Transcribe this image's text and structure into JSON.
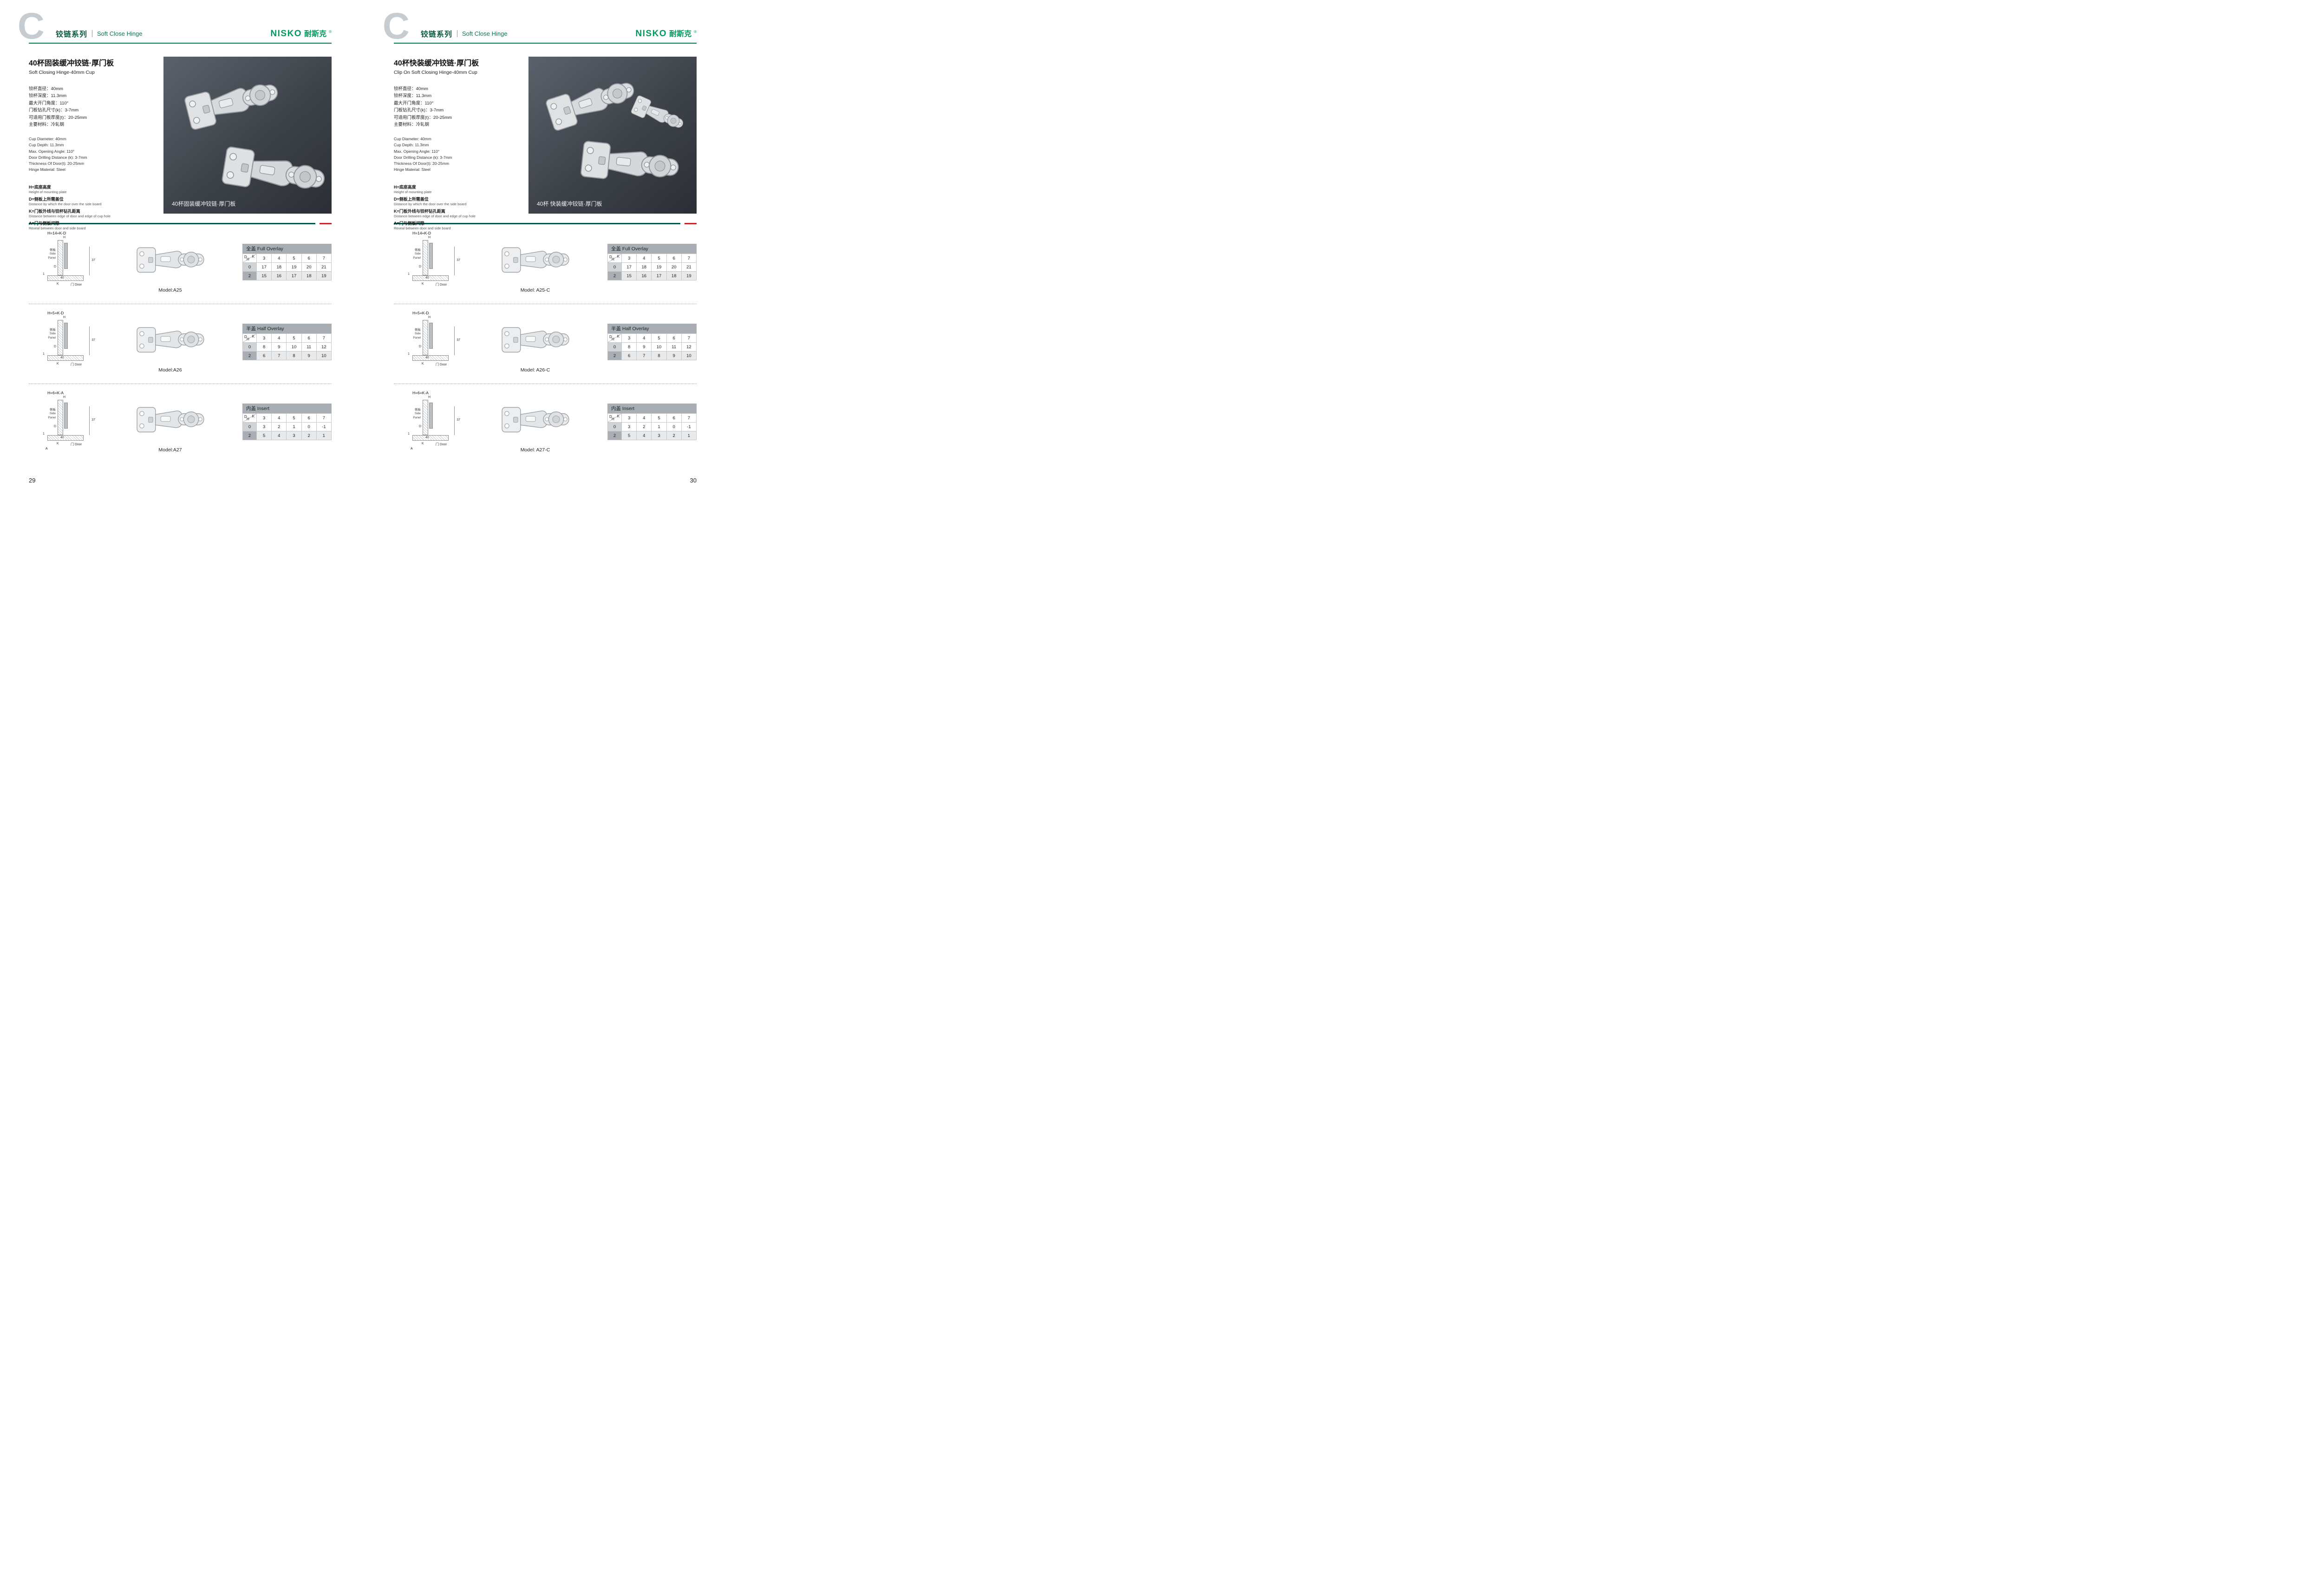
{
  "colors": {
    "brand_green": "#009a5e",
    "series_green": "#0e5b3e",
    "rule_green": "#00584a",
    "accent_red": "#c4242b",
    "table_gray": "#a8aeb3"
  },
  "pages": [
    {
      "page_number": "29",
      "header": {
        "letter": "C",
        "series": "铰链系列",
        "subtitle": "Soft Close Hinge",
        "logo_latin": "NISKO",
        "logo_cn": "耐斯克",
        "logo_reg": "®"
      },
      "product": {
        "title_cn": "40杯固装缓冲铰链·厚门板",
        "title_en": "Soft Closing Hinge-40mm Cup",
        "specs_cn": [
          "铰杯直径：40mm",
          "铰杯深度：11.3mm",
          "最大开门角度：110°",
          "门板钻孔尺寸(k)：3-7mm",
          "可适用门板厚度(t)：20-25mm",
          "主要材料：冷轧钢"
        ],
        "specs_en": [
          "Cup Diameter: 40mm",
          "Cup Depth: 11.3mm",
          "Max. Opening Angle: 110°",
          "Door Drilling Distance (k): 3-7mm",
          "Thickness Of Door(t): 20-25mm",
          "Hinge Material: Steel"
        ],
        "legend": [
          {
            "cn": "H=底座高度",
            "en": "Height of mounting plate"
          },
          {
            "cn": "D=侧板上所需盖位",
            "en": "Distance by which the door over the side board"
          },
          {
            "cn": "K=门板外线与铰杯钻孔距离",
            "en": "Distance between edge of door and edge of cup hole"
          },
          {
            "cn": "A=门与侧板间隙",
            "en": "Reveal between door and side board"
          }
        ],
        "photo_caption": "40杯固装缓冲铰链·厚门板"
      },
      "rows": [
        {
          "diagram": {
            "formula": "H=14+K-D",
            "h": "H",
            "d": "D",
            "k": "K",
            "one": "1",
            "side_panel": [
              "侧板",
              "Side",
              "Panel"
            ],
            "door": "门 Door",
            "dim_37": "37",
            "dim_40": "40"
          },
          "model": "Model:A25",
          "table": {
            "title": "全盖 Full Overlay",
            "corner": {
              "d": "D",
              "h": "H",
              "k": "K"
            },
            "k_values": [
              "3",
              "4",
              "5",
              "6",
              "7"
            ],
            "rows": [
              {
                "h": "0",
                "values": [
                  "17",
                  "18",
                  "19",
                  "20",
                  "21"
                ]
              },
              {
                "h": "2",
                "values": [
                  "15",
                  "16",
                  "17",
                  "18",
                  "19"
                ]
              }
            ]
          }
        },
        {
          "diagram": {
            "formula": "H=5+K-D",
            "h": "H",
            "d": "D",
            "k": "K",
            "one": "1",
            "side_panel": [
              "侧板",
              "Side",
              "Panel"
            ],
            "door": "门 Door",
            "dim_37": "37",
            "dim_40": "40"
          },
          "model": "Model:A26",
          "table": {
            "title": "半盖 Half Overlay",
            "corner": {
              "d": "D",
              "h": "H",
              "k": "K"
            },
            "k_values": [
              "3",
              "4",
              "5",
              "6",
              "7"
            ],
            "rows": [
              {
                "h": "0",
                "values": [
                  "8",
                  "9",
                  "10",
                  "11",
                  "12"
                ]
              },
              {
                "h": "2",
                "values": [
                  "6",
                  "7",
                  "8",
                  "9",
                  "10"
                ]
              }
            ]
          }
        },
        {
          "diagram": {
            "formula": "H=6+K-A",
            "h": "H",
            "d": "D",
            "k": "K",
            "one": "1",
            "a": "A",
            "side_panel": [
              "侧板",
              "Side",
              "Panel"
            ],
            "door": "门 Door",
            "dim_37": "37",
            "dim_40": "40"
          },
          "model": "Model:A27",
          "table": {
            "title": "内盖 Insert",
            "corner": {
              "d": "D",
              "h": "H",
              "k": "K"
            },
            "k_values": [
              "3",
              "4",
              "5",
              "6",
              "7"
            ],
            "rows": [
              {
                "h": "0",
                "values": [
                  "3",
                  "2",
                  "1",
                  "0",
                  "-1"
                ]
              },
              {
                "h": "2",
                "values": [
                  "5",
                  "4",
                  "3",
                  "2",
                  "1"
                ]
              }
            ]
          }
        }
      ]
    },
    {
      "page_number": "30",
      "header": {
        "letter": "C",
        "series": "铰链系列",
        "subtitle": "Soft Close Hinge",
        "logo_latin": "NISKO",
        "logo_cn": "耐斯克",
        "logo_reg": "®"
      },
      "product": {
        "title_cn": "40杯快装缓冲铰链·厚门板",
        "title_en": "Clip On Soft Closing Hinge-40mm Cup",
        "specs_cn": [
          "铰杯直径：40mm",
          "铰杯深度：11.3mm",
          "最大开门角度：110°",
          "门板钻孔尺寸(k)：3-7mm",
          "可适用门板厚度(t)：20-25mm",
          "主要材料：冷轧钢"
        ],
        "specs_en": [
          "Cup Diameter: 40mm",
          "Cup Depth: 11.3mm",
          "Max. Opening Angle: 110°",
          "Door Drilling Distance (k): 3-7mm",
          "Thickness Of Door(t): 20-25mm",
          "Hinge Material: Steel"
        ],
        "legend": [
          {
            "cn": "H=底座高度",
            "en": "Height of mounting plate"
          },
          {
            "cn": "D=侧板上所需盖位",
            "en": "Distance by which the door over the side board"
          },
          {
            "cn": "K=门板外线与铰杯钻孔距离",
            "en": "Distance between edge of door and edge of cup hole"
          },
          {
            "cn": "A=门与侧板间隙",
            "en": "Reveal between door and side board"
          }
        ],
        "photo_caption": "40杯 快装缓冲铰链·厚门板"
      },
      "rows": [
        {
          "diagram": {
            "formula": "H=14+K-D",
            "h": "H",
            "d": "D",
            "k": "K",
            "one": "1",
            "side_panel": [
              "侧板",
              "Side",
              "Panel"
            ],
            "door": "门 Door",
            "dim_37": "37",
            "dim_40": "40"
          },
          "model": "Model: A25-C",
          "table": {
            "title": "全盖 Full Overlay",
            "corner": {
              "d": "D",
              "h": "H",
              "k": "K"
            },
            "k_values": [
              "3",
              "4",
              "5",
              "6",
              "7"
            ],
            "rows": [
              {
                "h": "0",
                "values": [
                  "17",
                  "18",
                  "19",
                  "20",
                  "21"
                ]
              },
              {
                "h": "2",
                "values": [
                  "15",
                  "16",
                  "17",
                  "18",
                  "19"
                ]
              }
            ]
          }
        },
        {
          "diagram": {
            "formula": "H=5+K-D",
            "h": "H",
            "d": "D",
            "k": "K",
            "one": "1",
            "side_panel": [
              "侧板",
              "Side",
              "Panel"
            ],
            "door": "门 Door",
            "dim_37": "37",
            "dim_40": "40"
          },
          "model": "Model: A26-C",
          "table": {
            "title": "半盖 Half Overlay",
            "corner": {
              "d": "D",
              "h": "H",
              "k": "K"
            },
            "k_values": [
              "3",
              "4",
              "5",
              "6",
              "7"
            ],
            "rows": [
              {
                "h": "0",
                "values": [
                  "8",
                  "9",
                  "10",
                  "11",
                  "12"
                ]
              },
              {
                "h": "2",
                "values": [
                  "6",
                  "7",
                  "8",
                  "9",
                  "10"
                ]
              }
            ]
          }
        },
        {
          "diagram": {
            "formula": "H=6+K-A",
            "h": "H",
            "d": "D",
            "k": "K",
            "one": "1",
            "a": "A",
            "side_panel": [
              "侧板",
              "Side",
              "Panel"
            ],
            "door": "门 Door",
            "dim_37": "37",
            "dim_40": "40"
          },
          "model": "Model: A27-C",
          "table": {
            "title": "内盖 Insert",
            "corner": {
              "d": "D",
              "h": "H",
              "k": "K"
            },
            "k_values": [
              "3",
              "4",
              "5",
              "6",
              "7"
            ],
            "rows": [
              {
                "h": "0",
                "values": [
                  "3",
                  "2",
                  "1",
                  "0",
                  "-1"
                ]
              },
              {
                "h": "2",
                "values": [
                  "5",
                  "4",
                  "3",
                  "2",
                  "1"
                ]
              }
            ]
          }
        }
      ]
    }
  ]
}
